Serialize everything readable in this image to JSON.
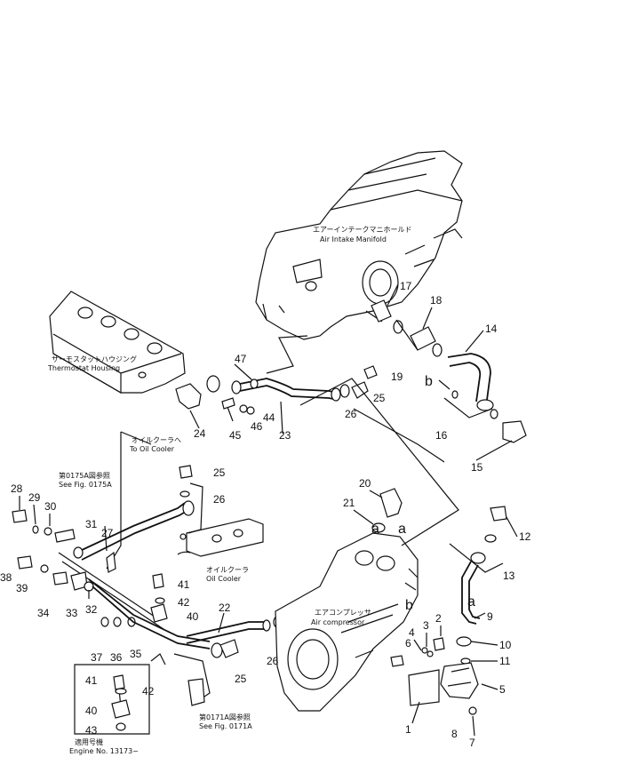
{
  "labels": {
    "air_intake_jp": "エアーインテークマニホールド",
    "air_intake_en": "Air Intake Manifold",
    "thermostat_jp": "サーモスタットハウジング",
    "thermostat_en": "Thermostat Housing",
    "to_oil_cooler_jp": "オイルクーラへ",
    "to_oil_cooler_en": "To Oil Cooler",
    "fig175_jp": "第0175A図参照",
    "fig175_en": "See Fig. 0175A",
    "oil_cooler_jp": "オイルクーラ",
    "oil_cooler_en": "Oil Cooler",
    "compressor_jp": "エアコンプレッサ",
    "compressor_en": "Air compressor",
    "fig171_jp": "第0171A図参照",
    "fig171_en": "See Fig. 0171A",
    "applicable_jp": "適用号機",
    "engine_no": "Engine No. 13173~",
    "letter_a": "a",
    "letter_b": "b"
  },
  "parts": [
    "1",
    "2",
    "3",
    "4",
    "5",
    "6",
    "7",
    "8",
    "9",
    "10",
    "11",
    "12",
    "13",
    "14",
    "15",
    "16",
    "17",
    "18",
    "19",
    "20",
    "21",
    "22",
    "23",
    "24",
    "25",
    "26",
    "27",
    "28",
    "29",
    "30",
    "31",
    "32",
    "33",
    "34",
    "35",
    "36",
    "37",
    "38",
    "39",
    "40",
    "41",
    "42",
    "43",
    "44",
    "45",
    "46",
    "47"
  ]
}
